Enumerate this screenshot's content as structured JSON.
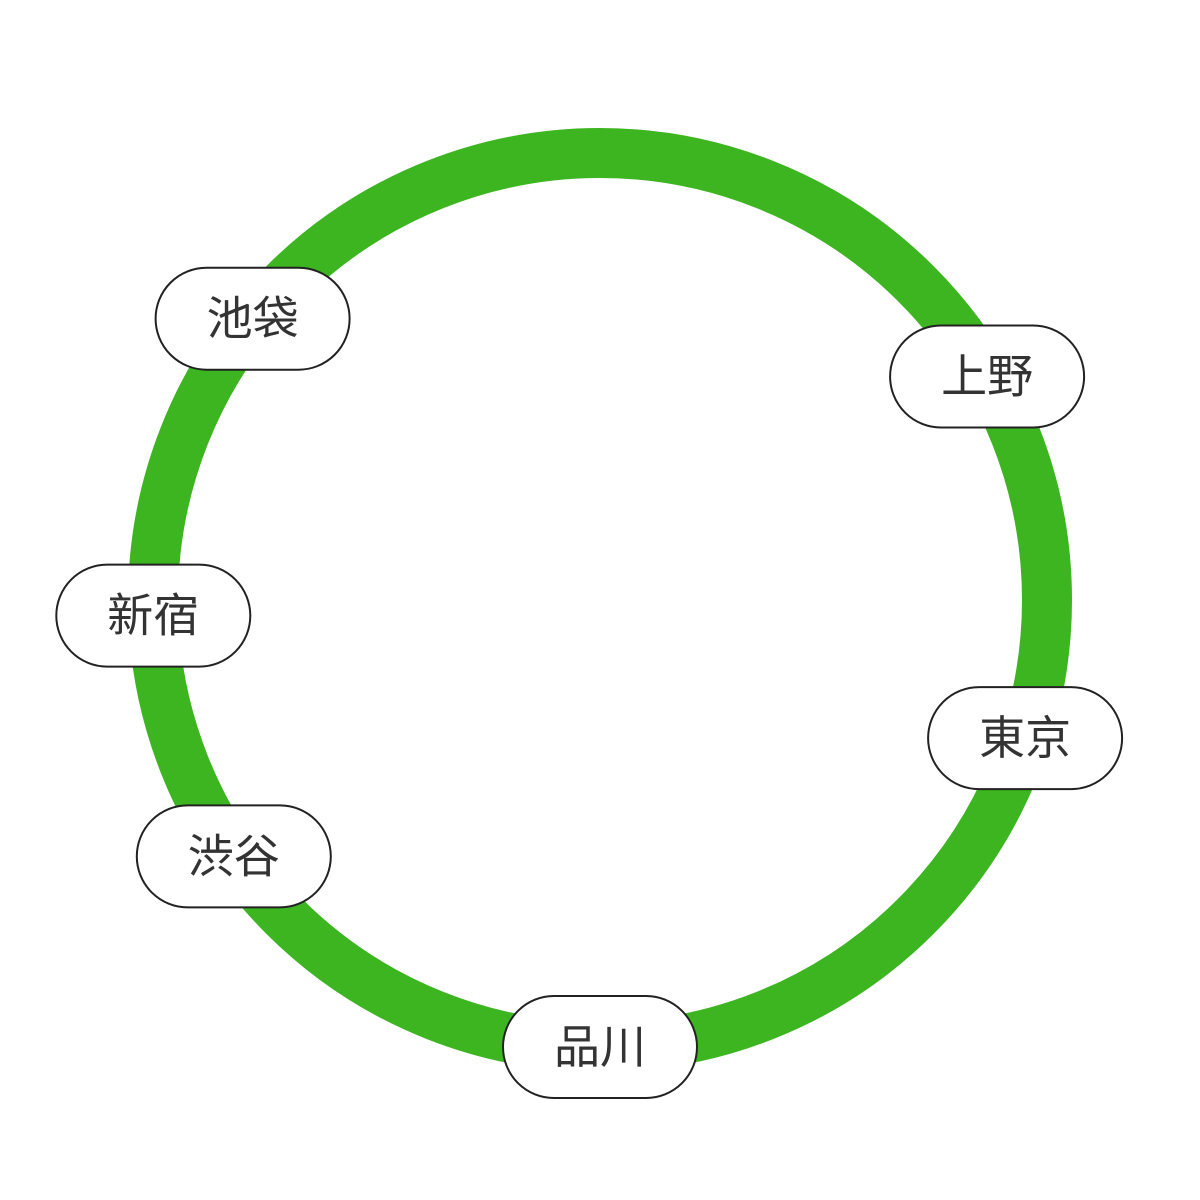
{
  "line": {
    "color": "#3cb521"
  },
  "stations": [
    {
      "name": "池袋",
      "angle_deg": 219
    },
    {
      "name": "上野",
      "angle_deg": 330
    },
    {
      "name": "東京",
      "angle_deg": 18
    },
    {
      "name": "品川",
      "angle_deg": 90
    },
    {
      "name": "渋谷",
      "angle_deg": 145
    },
    {
      "name": "新宿",
      "angle_deg": 178
    }
  ]
}
